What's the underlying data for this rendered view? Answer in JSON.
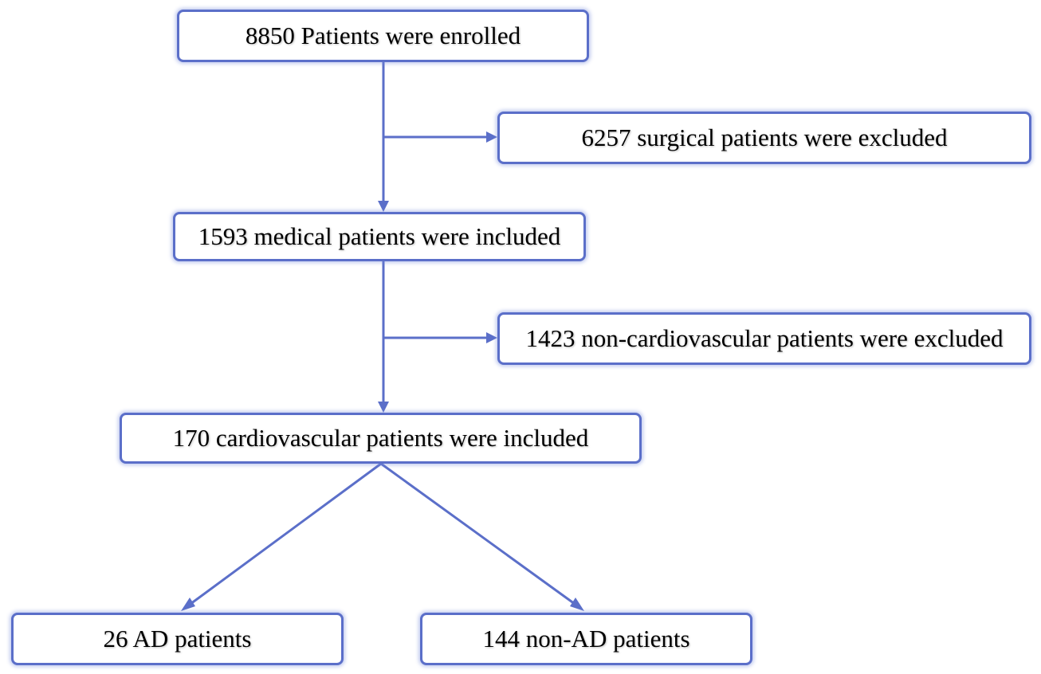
{
  "flowchart": {
    "enrolled": "8850 Patients were enrolled",
    "surgical_excluded": "6257 surgical patients were excluded",
    "medical_included": "1593 medical patients were included",
    "noncardio_excluded": "1423 non-cardiovascular patients were excluded",
    "cardio_included": "170 cardiovascular patients were included",
    "ad_patients": "26 AD patients",
    "non_ad_patients": "144 non-AD patients"
  },
  "colors": {
    "box_border": "#5b6fc9",
    "connector": "#5b6fc9",
    "text": "#000000",
    "background": "#ffffff"
  }
}
